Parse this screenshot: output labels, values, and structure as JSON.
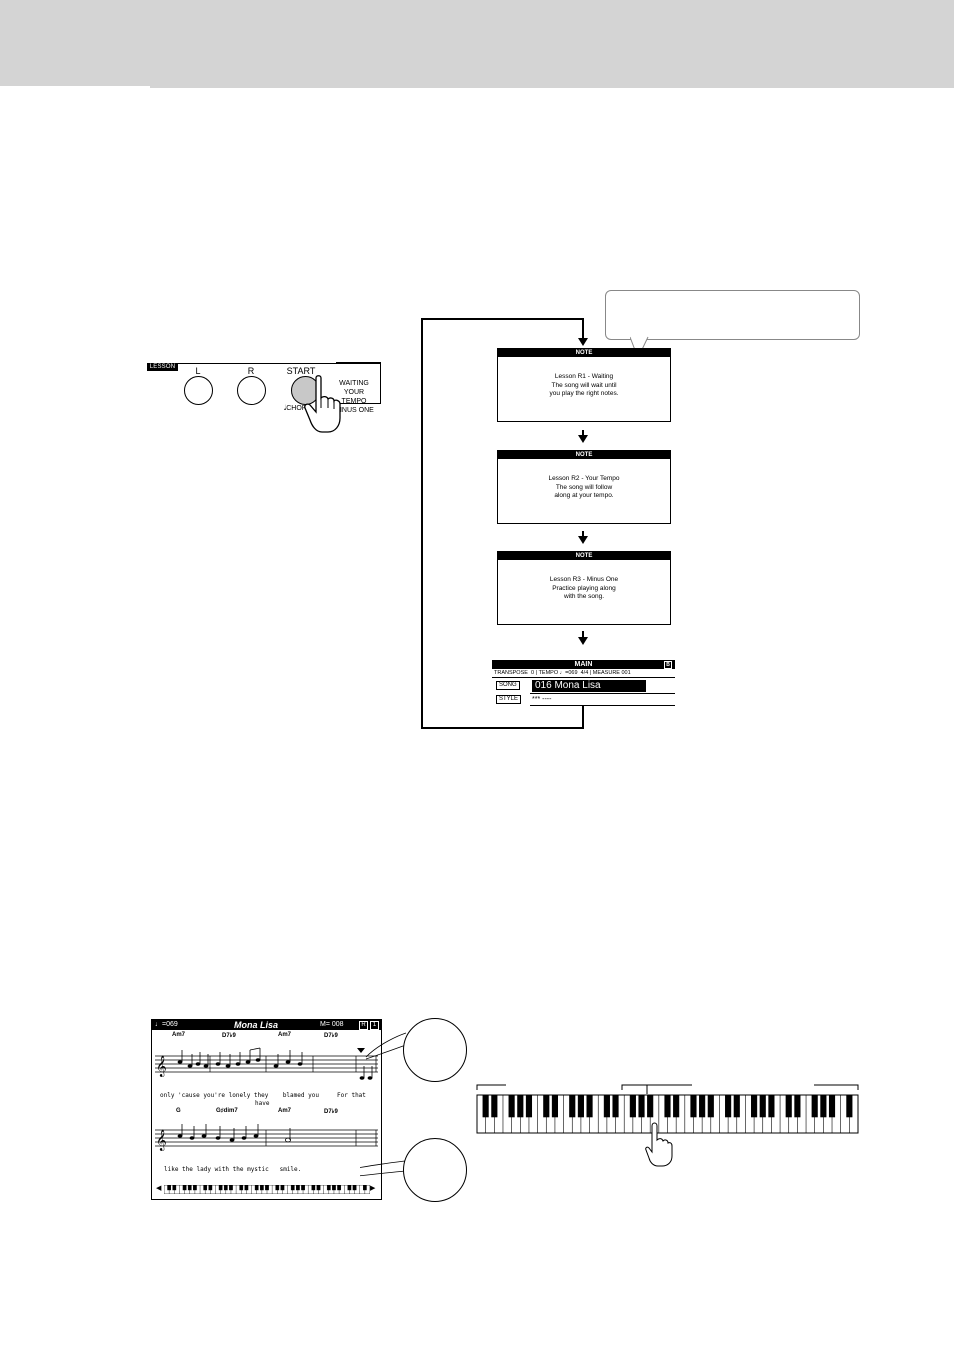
{
  "panel": {
    "lesson_tag": "LESSON",
    "l_label": "L",
    "r_label": "R",
    "start_label": "START",
    "chord_label": "CHORD",
    "waiting_lines": [
      "WAITING",
      "YOUR TEMPO",
      "MINUS ONE"
    ]
  },
  "notes": [
    {
      "head": "NOTE",
      "lines": [
        "Lesson R1 - Waiting",
        "The song will wait until",
        "you play the right notes."
      ]
    },
    {
      "head": "NOTE",
      "lines": [
        "Lesson R2 - Your Tempo",
        "The song will follow",
        "along at your tempo."
      ]
    },
    {
      "head": "NOTE",
      "lines": [
        "Lesson R3 - Minus One",
        "Practice playing along",
        "with the song."
      ]
    }
  ],
  "main_display": {
    "title": "MAIN",
    "corner": "B",
    "transpose_label": "TRANSPOSE",
    "transpose_value": "0",
    "tempo_label": "TEMPO",
    "tempo_value": "♩=069",
    "time_sig": "4/4",
    "measure_label": "MEASURE",
    "measure_value": "001",
    "song_tag": "SONG",
    "song_name": "016 Mona Lisa",
    "style_tag": "STYLE",
    "style_value": "*** ----"
  },
  "score": {
    "tempo": "♩=069",
    "title": "Mona Lisa",
    "measure": "M= 008",
    "badges": [
      "R",
      "1"
    ],
    "chords_row1": [
      "Am7",
      "D7♭9",
      "Am7",
      "D7♭9"
    ],
    "lyrics_row1": "only 'cause you're lonely they    blamed you     For that",
    "lyrics_row1b": "have",
    "chords_row2": [
      "G",
      "G♯dim7",
      "Am7",
      "D7♭9"
    ],
    "lyrics_row2": "like the lady with the mystic   smile."
  }
}
